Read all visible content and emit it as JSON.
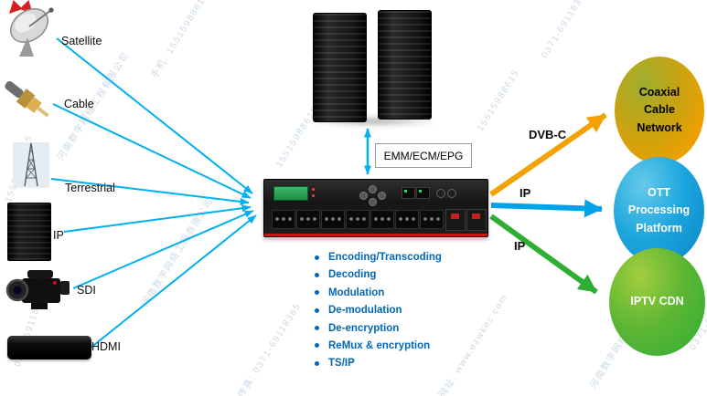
{
  "inputs": [
    {
      "label": "Satellite",
      "icon": "satellite-dish-icon"
    },
    {
      "label": "Cable",
      "icon": "coax-cable-connector-icon"
    },
    {
      "label": "Terrestrial",
      "icon": "broadcast-tower-icon"
    },
    {
      "label": "IP",
      "icon": "server-rack-icon"
    },
    {
      "label": "SDI",
      "icon": "camcorder-icon"
    },
    {
      "label": "HDMI",
      "icon": "media-player-icon"
    }
  ],
  "center": {
    "emm_label": "EMM/ECM/EPG",
    "functions": [
      "Encoding/Transcoding",
      "Decoding",
      "Modulation",
      "De-modulation",
      "De-encryption",
      "ReMux & encryption",
      "TS/IP"
    ]
  },
  "outputs": [
    {
      "label": "Coaxial\nCable\nNetwork",
      "arrow_label": "DVB-C",
      "color": "#f2a202"
    },
    {
      "label": "OTT\nProcessing\nPlatform",
      "arrow_label": "IP",
      "color": "#00a2e8"
    },
    {
      "label": "IPTV CDN",
      "arrow_label": "IP",
      "color": "#2fae35"
    }
  ],
  "colors": {
    "flow_line": "#00b0f0",
    "function_text": "#0068b8"
  },
  "watermark": {
    "items": [
      "15515988615",
      "0371-69118365",
      "河南数字网络工程有限公司",
      "传真: 0371-69118365",
      "网址: www.ezwkec.com",
      "手机: 15515988615"
    ]
  }
}
